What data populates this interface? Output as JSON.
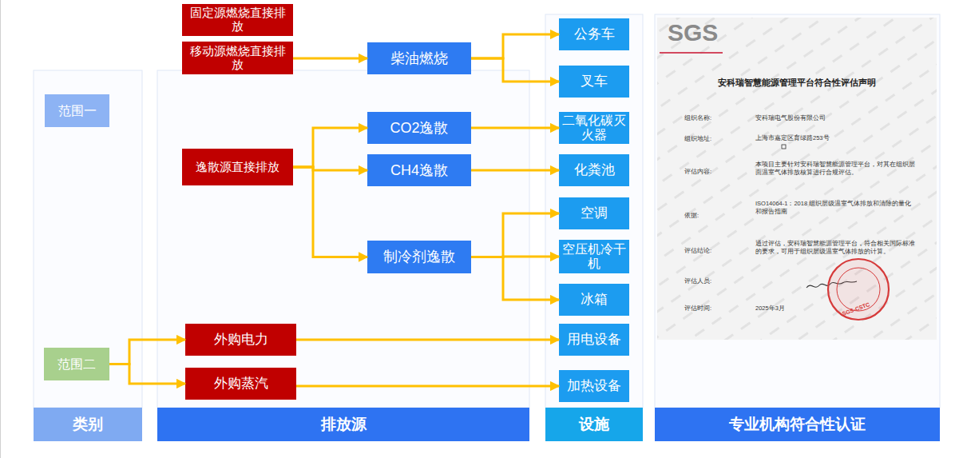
{
  "diagram": {
    "nodes": [
      {
        "text": [
          "固定源燃烧直接排放"
        ]
      },
      {
        "text": [
          "移动源燃烧直接排放"
        ]
      },
      {
        "text": [
          "柴油燃烧"
        ]
      },
      {
        "text": [
          "公务车"
        ]
      },
      {
        "text": [
          "叉车"
        ]
      },
      {
        "text": [
          "范围一"
        ]
      },
      {
        "text": [
          "CO2逸散"
        ]
      },
      {
        "text": [
          "二氧化碳灭火器"
        ]
      },
      {
        "text": [
          "逸散源直接排放"
        ]
      },
      {
        "text": [
          "CH4逸散"
        ]
      },
      {
        "text": [
          "化粪池"
        ]
      },
      {
        "text": [
          "空调"
        ]
      },
      {
        "text": [
          "制冷剂逸散"
        ]
      },
      {
        "text": [
          "空压机冷干机"
        ]
      },
      {
        "text": [
          "冰箱"
        ]
      },
      {
        "text": [
          "外购电力"
        ]
      },
      {
        "text": [
          "用电设备"
        ]
      },
      {
        "text": [
          "范围二"
        ]
      },
      {
        "text": [
          "外购蒸汽"
        ]
      },
      {
        "text": [
          "加热设备"
        ]
      },
      {
        "text": [
          "类别"
        ]
      },
      {
        "text": [
          "排放源"
        ]
      },
      {
        "text": [
          "设施"
        ]
      },
      {
        "text": [
          "专业机构符合性认证"
        ]
      }
    ],
    "edges": [
      {
        "from": 1,
        "to": 2,
        "arrow": "to"
      },
      {
        "from": 2,
        "to": 3,
        "arrow": "to"
      },
      {
        "from": 2,
        "to": 4,
        "arrow": "to"
      },
      {
        "from": 8,
        "to": 6,
        "arrow": "to"
      },
      {
        "from": 8,
        "to": 9,
        "arrow": "to"
      },
      {
        "from": 8,
        "to": 12,
        "arrow": "to"
      },
      {
        "from": 6,
        "to": 7,
        "arrow": "to"
      },
      {
        "from": 9,
        "to": 10,
        "arrow": "to"
      },
      {
        "from": 12,
        "to": 11,
        "arrow": "to"
      },
      {
        "from": 12,
        "to": 13,
        "arrow": "to"
      },
      {
        "from": 12,
        "to": 14,
        "arrow": "to"
      },
      {
        "from": 17,
        "to": 15,
        "arrow": "to"
      },
      {
        "from": 17,
        "to": 18,
        "arrow": "to"
      },
      {
        "from": 15,
        "to": 16,
        "arrow": "to"
      },
      {
        "from": 18,
        "to": 19,
        "arrow": "to"
      }
    ],
    "labels": [
      "SGS",
      "安科瑞智慧能源管理平台符合性评估声明",
      "组织名称:",
      "安科瑞电气股份有限公司",
      "组织地址:",
      "上海市嘉定区育绿路253号",
      "评估内容:",
      "本项目主要针对安科瑞智慧能源管理平台，对其在组织层面温室气体排放核算进行合规评估。",
      "依据:",
      "ISO14064-1：2018 组织层级温室气体排放和清除的量化和报告指南",
      "评估结论:",
      "通过评估，安科瑞智慧能源管理平台，符合相关国际标准的要求，可用于组织层级温室气体排放的计算。",
      "评估人员:",
      "评估时间:",
      "2025年3月",
      "SGS-CSTC"
    ]
  }
}
